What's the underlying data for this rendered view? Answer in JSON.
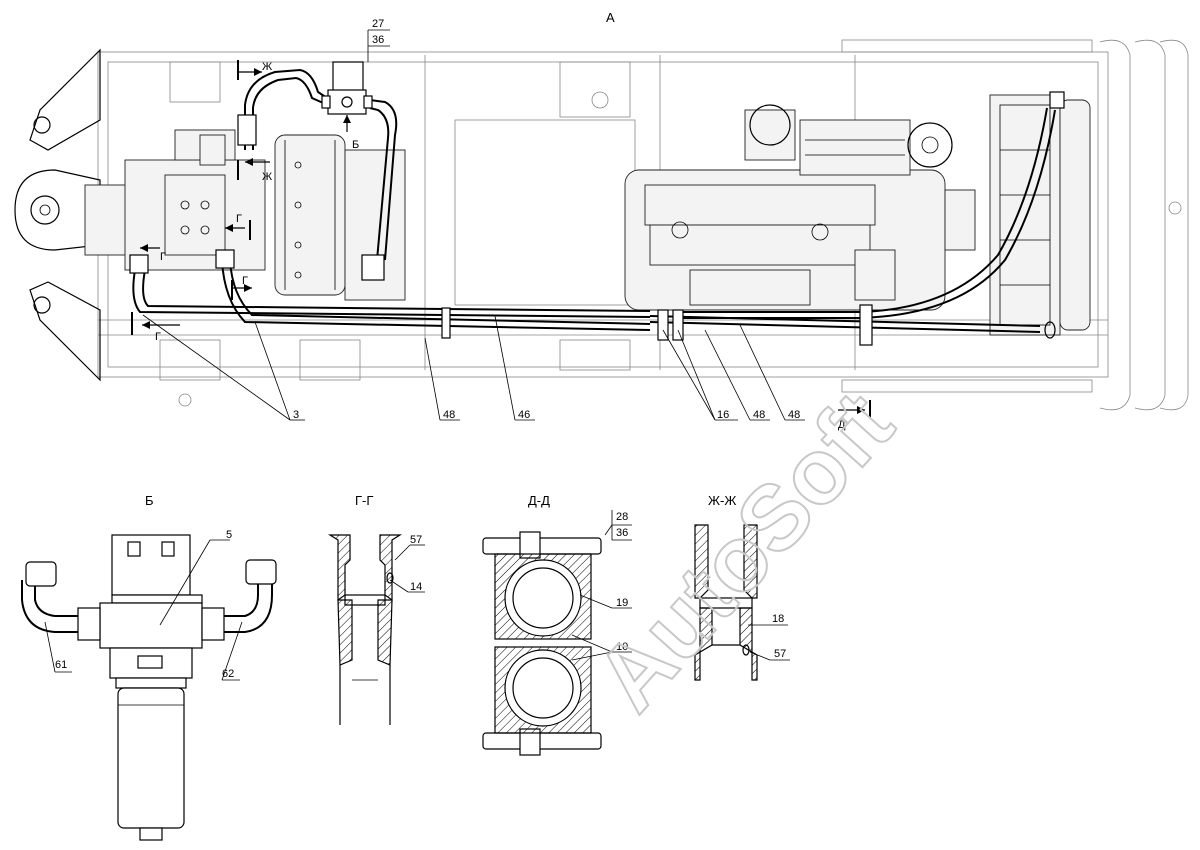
{
  "view_title": "А",
  "callouts_main": {
    "c27": "27",
    "c36": "36",
    "c3": "3",
    "c48a": "48",
    "c46": "46",
    "c16": "16",
    "c48b": "48",
    "c48c": "48"
  },
  "section_markers": {
    "zh_top": "Ж",
    "zh_mid": "Ж",
    "b_top": "Б",
    "g1": "Г",
    "g2": "Г",
    "g3": "Г",
    "g4": "Г",
    "d": "Д"
  },
  "detail_b": {
    "title": "Б",
    "c5": "5",
    "c61": "61",
    "c62": "62"
  },
  "detail_gg": {
    "title": "Г-Г",
    "c57": "57",
    "c14": "14"
  },
  "detail_dd": {
    "title": "Д-Д",
    "c28": "28",
    "c36": "36",
    "c19": "19",
    "c10": "10"
  },
  "detail_zhzh": {
    "title": "Ж-Ж",
    "c18": "18",
    "c57": "57"
  },
  "watermark": "AutoSoft"
}
